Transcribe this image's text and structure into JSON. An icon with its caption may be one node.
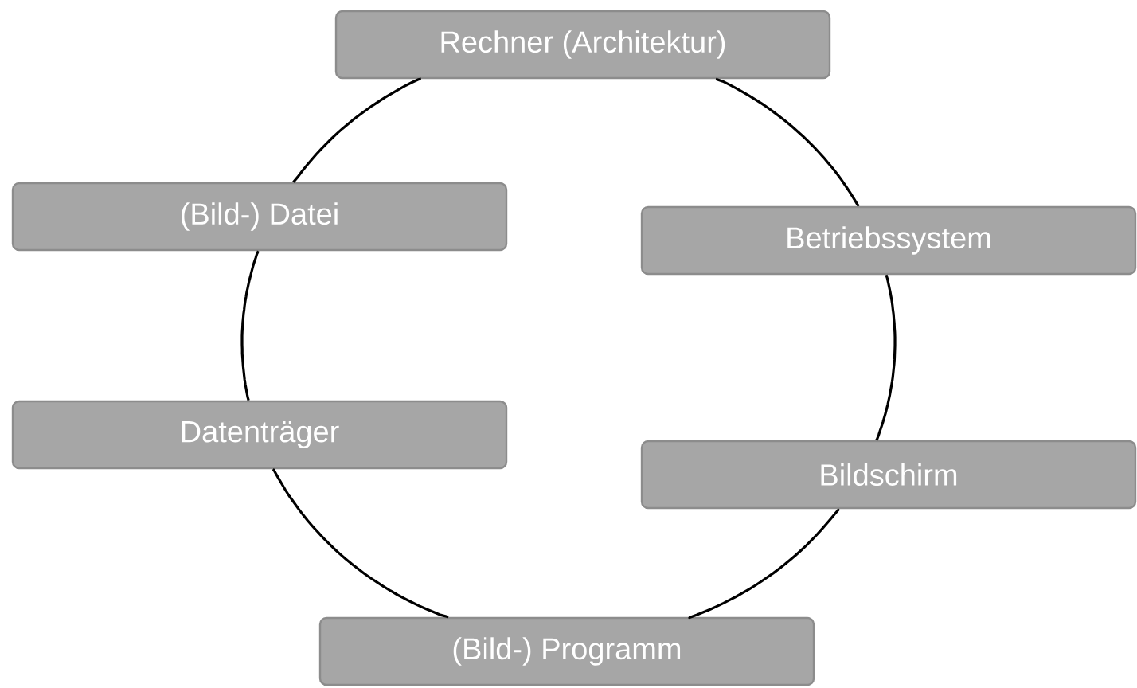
{
  "diagram": {
    "nodes": [
      {
        "text": [
          "Rechner (Architektur)"
        ]
      },
      {
        "text": [
          "(Bild-) Datei"
        ]
      },
      {
        "text": [
          "Betriebssystem"
        ]
      },
      {
        "text": [
          "Datenträger"
        ]
      },
      {
        "text": [
          "Bildschirm"
        ]
      },
      {
        "text": [
          "(Bild-) Programm"
        ]
      }
    ],
    "edges": [
      {
        "from": 0,
        "to": 2,
        "arrow": "none"
      },
      {
        "from": 2,
        "to": 4,
        "arrow": "none"
      },
      {
        "from": 4,
        "to": 5,
        "arrow": "none"
      },
      {
        "from": 5,
        "to": 3,
        "arrow": "none"
      },
      {
        "from": 3,
        "to": 1,
        "arrow": "none"
      },
      {
        "from": 1,
        "to": 0,
        "arrow": "none"
      }
    ]
  }
}
